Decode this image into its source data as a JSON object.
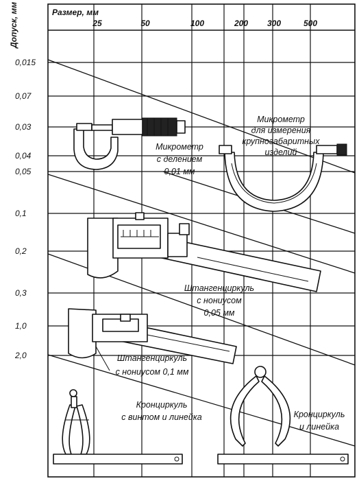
{
  "axes": {
    "y_title": "Допуск, мм",
    "x_title": "Размер, мм",
    "x_ticks": [
      "25",
      "50",
      "100",
      "200",
      "300",
      "500"
    ],
    "y_ticks": [
      "0,015",
      "0,07",
      "0,03",
      "0,04",
      "0,05",
      "0,1",
      "0,2",
      "0,3",
      "1,0",
      "2,0"
    ]
  },
  "instruments": {
    "micrometer_small": [
      "Микрометр",
      "с делением",
      "0,01 мм"
    ],
    "micrometer_large": [
      "Микрометр",
      "для измерения",
      "крупногабаритных",
      "изделий"
    ],
    "caliper_005": [
      "Штангенциркуль",
      "с нониусом",
      "0,05 мм"
    ],
    "caliper_01": [
      "Штангенциркуль",
      "с нониусом 0,1 мм"
    ],
    "spring_calipers": [
      "Кронциркуль",
      "с винтом и линейка"
    ],
    "outside_calipers": [
      "Кронциркуль",
      "и линейка"
    ]
  }
}
